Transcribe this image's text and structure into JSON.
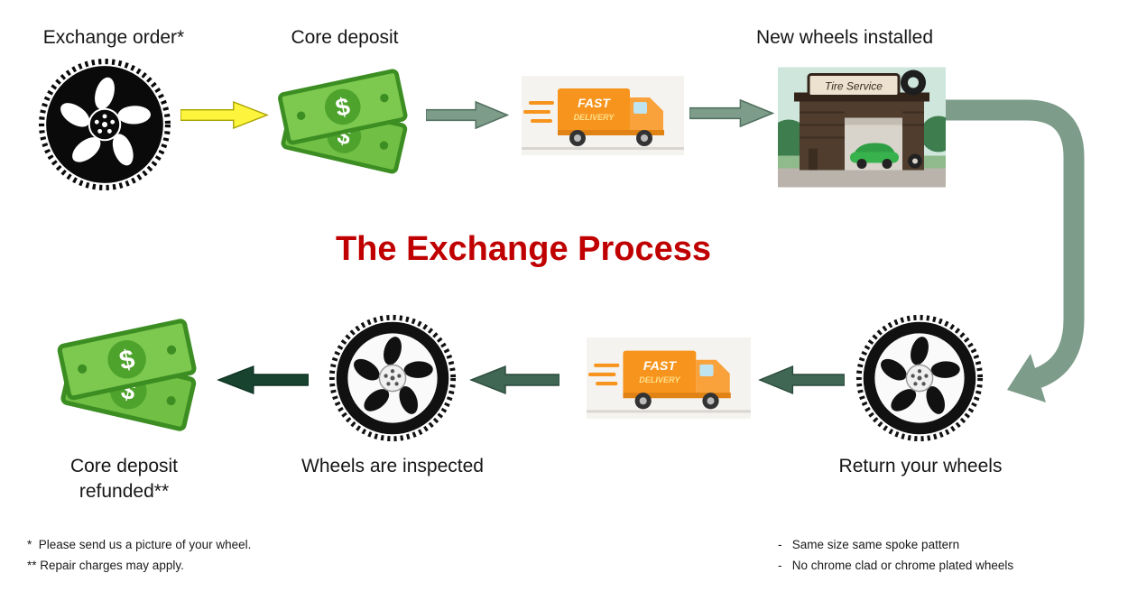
{
  "title": {
    "text": "The Exchange Process",
    "color": "#c00000"
  },
  "colors": {
    "arrow_yellow": "#fdf53d",
    "arrow_sage": "#7d9c89",
    "arrow_dark": "#3f6754",
    "arrow_darkest": "#17432f"
  },
  "steps": {
    "exchange_order": "Exchange order*",
    "core_deposit": "Core deposit",
    "new_wheels_installed": "New wheels installed",
    "return_your_wheels": "Return your wheels",
    "wheels_inspected": "Wheels are inspected",
    "core_deposit_refunded": "Core deposit refunded**"
  },
  "truck": {
    "line1": "FAST",
    "line2": "DELIVERY"
  },
  "shop": {
    "sign": "Tire Service"
  },
  "money": {
    "symbol": "$"
  },
  "footnotes": {
    "left": [
      "*  Please send us a picture of your wheel.",
      "** Repair charges may apply."
    ],
    "right": [
      "-   Same size same spoke pattern",
      "-   No chrome clad or chrome plated wheels"
    ]
  }
}
